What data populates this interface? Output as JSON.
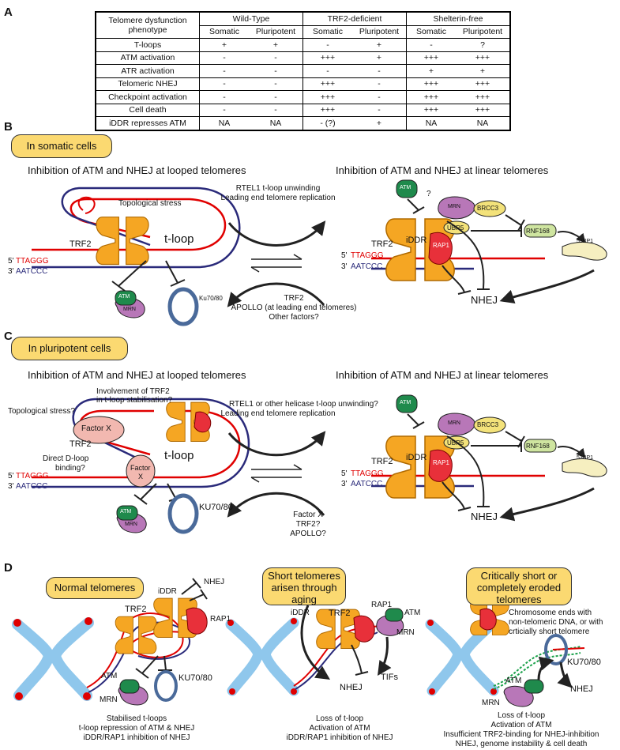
{
  "panels": {
    "a": "A",
    "b": "B",
    "c": "C",
    "d": "D"
  },
  "table": {
    "corner_line1": "Telomere dysfunction",
    "corner_line2": "phenotype",
    "groups": [
      "Wild-Type",
      "TRF2-deficient",
      "Shelterin-free"
    ],
    "subheaders": [
      "Somatic",
      "Pluripotent",
      "Somatic",
      "Pluripotent",
      "Somatic",
      "Pluripotent"
    ],
    "rows": [
      {
        "label": "T-loops",
        "cells": [
          "+",
          "+",
          "-",
          "+",
          "-",
          "?"
        ]
      },
      {
        "label": "ATM activation",
        "cells": [
          "-",
          "-",
          "+++",
          "+",
          "+++",
          "+++"
        ]
      },
      {
        "label": "ATR activation",
        "cells": [
          "-",
          "-",
          "-",
          "-",
          "+",
          "+"
        ]
      },
      {
        "label": "Telomeric NHEJ",
        "cells": [
          "-",
          "-",
          "+++",
          "-",
          "+++",
          "+++"
        ]
      },
      {
        "label": "Checkpoint activation",
        "cells": [
          "-",
          "-",
          "+++",
          "-",
          "+++",
          "+++"
        ]
      },
      {
        "label": "Cell death",
        "cells": [
          "-",
          "-",
          "+++",
          "-",
          "+++",
          "+++"
        ]
      },
      {
        "label": "iDDR represses ATM",
        "cells": [
          "NA",
          "NA",
          "- (?)",
          "+",
          "NA",
          "NA"
        ]
      }
    ]
  },
  "b": {
    "pill": "In somatic cells",
    "left_title": "Inhibition of ATM and NHEJ at looped telomeres",
    "right_title": "Inhibition of ATM and NHEJ at linear telomeres",
    "topo": "Topological stress",
    "trf2": "TRF2",
    "tloop": "t-loop",
    "seq_top": "TTAGGG",
    "seq_bot": "AATCCC",
    "five": "5'",
    "three": "3'",
    "atm": "ATM",
    "mrn": "MRN",
    "ku": "Ku70/80",
    "arrow_top_1": "RTEL1 t-loop unwinding",
    "arrow_top_2": "Leading end telomere replication",
    "arrow_bot_1": "TRF2",
    "arrow_bot_2": "APOLLO (at leading end telomeres)",
    "arrow_bot_3": "Other factors?",
    "q": "?",
    "brcc3": "BRCC3",
    "ubr5": "UBR5",
    "iddr": "iDDR",
    "rap1": "RAP1",
    "rnf168": "RNF168",
    "bp53": "53BP1",
    "nhej": "NHEJ"
  },
  "c": {
    "pill": "In pluripotent cells",
    "left_title": "Inhibition of ATM and NHEJ at looped telomeres",
    "right_title": "Inhibition of ATM and NHEJ at linear telomeres",
    "inv1": "Involvement of TRF2",
    "inv2": "in t-loop stabilisation?",
    "topo": "Topological stress?",
    "factorx": "Factor X",
    "factor": "Factor",
    "x": "X",
    "dloop1": "Direct D-loop",
    "dloop2": "binding?",
    "tloop": "t-loop",
    "ku": "KU70/80",
    "arrow_top_1": "RTEL1 or other helicase t-loop unwinding?",
    "arrow_top_2": "Leading end telomere replication",
    "arrow_bot_1": "Factor X",
    "arrow_bot_2": "TRF2?",
    "arrow_bot_3": "APOLLO?"
  },
  "d": {
    "pill1": "Normal telomeres",
    "pill2_1": "Short telomeres",
    "pill2_2": "arisen through",
    "pill2_3": "aging",
    "pill3_1": "Critically short or",
    "pill3_2": "completely eroded",
    "pill3_3": "telomeres",
    "tifs": "TIFs",
    "chrom1": "Chromosome ends with",
    "chrom2": "non-telomeric DNA, or with",
    "chrom3": "crticially short telomere",
    "cap1_1": "Stabilised t-loops",
    "cap1_2": "t-loop repression of ATM & NHEJ",
    "cap1_3": "iDDR/RAP1 inhibition of NHEJ",
    "cap2_1": "Loss of t-loop",
    "cap2_2": "Activation of ATM",
    "cap2_3": "iDDR/RAP1 inhibition of NHEJ",
    "cap3_1": "Loss of t-loop",
    "cap3_2": "Activation of ATM",
    "cap3_3": "Insufficient TRF2-binding for NHEJ-inhibition",
    "cap3_4": "NHEJ, genome instability & cell death"
  },
  "colors": {
    "trf2": "#f5a623",
    "rap1": "#e8303a",
    "atm": "#1f8a4c",
    "mrn": "#b877b8",
    "ku": "#4a6a9a",
    "brcc3": "#f3e27a",
    "rnf168": "#cfe5a0",
    "bp53": "#f6efc0",
    "factorx": "#f2b8b0",
    "telomere_red": "#e00000",
    "telomere_blue": "#2a2a7a",
    "pill": "#fbd971",
    "chromosome": "#8fc7ec"
  }
}
